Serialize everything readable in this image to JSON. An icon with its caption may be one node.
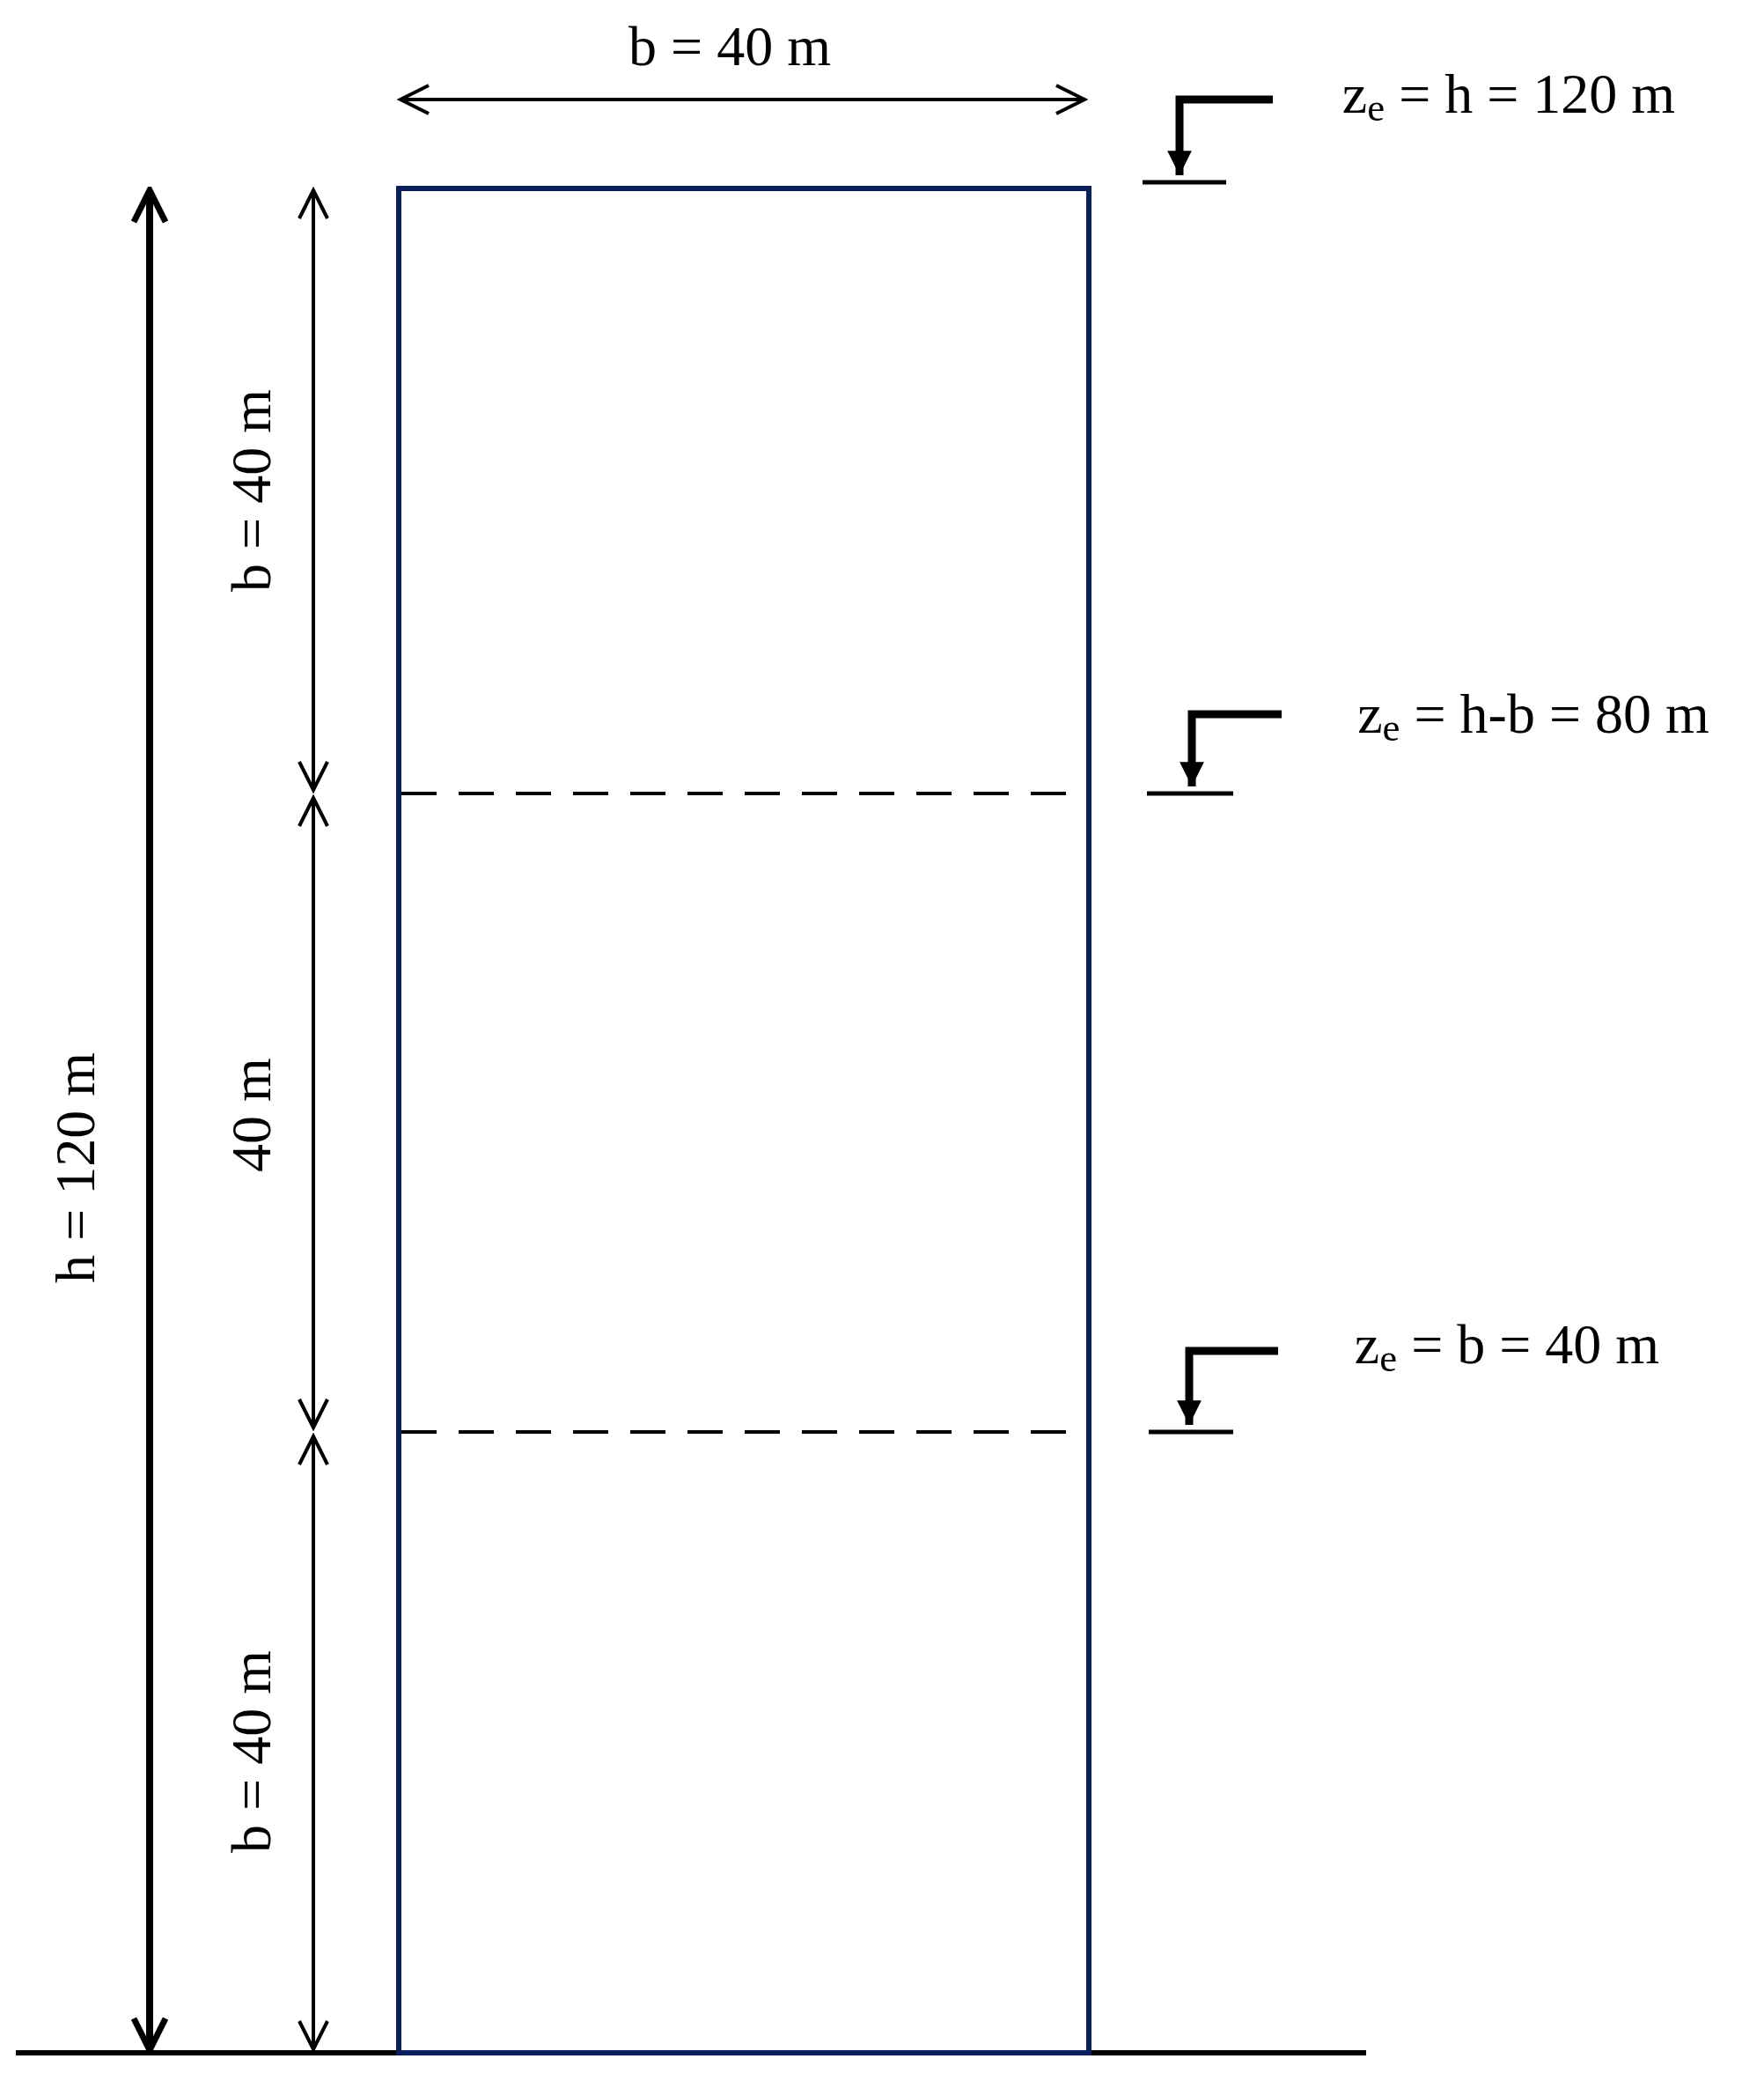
{
  "diagram": {
    "labels": [
      "b = 40 m",
      "z$_{e}$ = h = 120 m",
      "b = 40 m",
      "z$_{e}$ = h-b = 80 m",
      "40 m",
      "h = 120 m",
      "z$_{e}$ = b = 40 m",
      "b = 40 m"
    ]
  }
}
